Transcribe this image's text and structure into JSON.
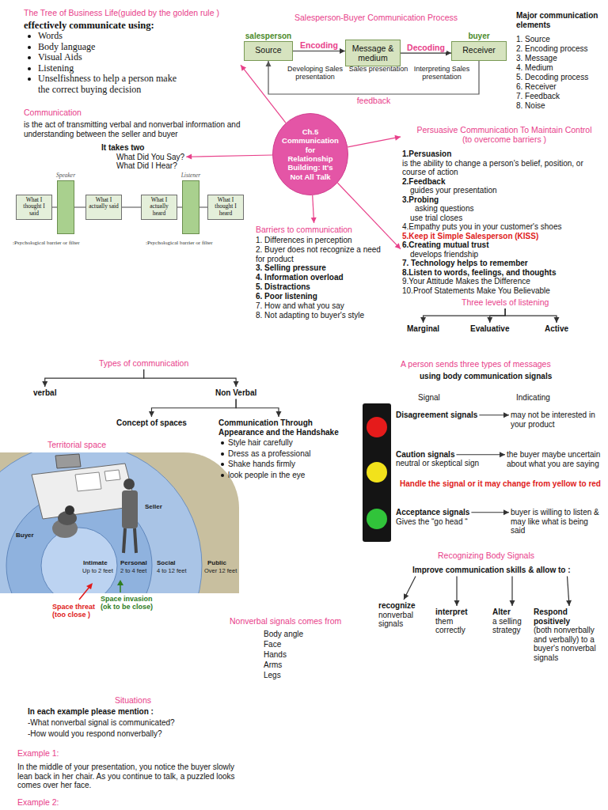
{
  "diagram": {
    "nodes": [
      {
        "text": [
          "Ch.5 Communication for Relationship Building: It's Not All Talk"
        ]
      },
      {
        "text": [
          "The Tree of Business Life(guided by the golden rule )",
          "effectively communicate using:",
          "Words",
          "Body language",
          "Visual Aids",
          "Listening",
          "Unselfishness to help a person make the correct buying decision"
        ]
      },
      {
        "text": [
          "salesperson",
          "Source"
        ]
      },
      {
        "text": [
          "Message & medium"
        ]
      },
      {
        "text": [
          "buyer",
          "Receiver"
        ]
      },
      {
        "text": [
          "It takes two",
          "What Did You Say?",
          "What Did I Hear?"
        ]
      },
      {
        "text": [
          "What I thought I said"
        ]
      },
      {
        "text": [
          "Speaker"
        ]
      },
      {
        "text": [
          "What I actually said"
        ]
      },
      {
        "text": [
          "What I actually heard"
        ]
      },
      {
        "text": [
          "Listener"
        ]
      },
      {
        "text": [
          "What I thought I heard"
        ]
      },
      {
        "text": [
          "Barriers to communication"
        ]
      },
      {
        "text": [
          "Persuasive Communication To Maintain Control",
          "(to overcome barriers )"
        ]
      },
      {
        "text": [
          "1.Persuasion",
          "is the ability to change a person's belief, position, or course of action",
          "2.Feedback",
          "guides your presentation",
          "3.Probing",
          "asking questions",
          "use trial closes",
          "4.Empathy puts you in your customer's shoes",
          "5.Keep it Simple Salesperson (KISS)",
          "6.Creating mutual trust",
          "develops friendship",
          "7. Technology helps to remember",
          "8.Listen to words, feelings, and thoughts",
          "9.Your Attitude Makes the Difference",
          "10.Proof Statements Make You Believable"
        ]
      },
      {
        "text": [
          "Three levels of listening"
        ]
      },
      {
        "text": [
          "Marginal"
        ]
      },
      {
        "text": [
          "Evaluative"
        ]
      },
      {
        "text": [
          "Active"
        ]
      },
      {
        "text": [
          "Types of communication"
        ]
      },
      {
        "text": [
          "verbal"
        ]
      },
      {
        "text": [
          "Non Verbal"
        ]
      },
      {
        "text": [
          "Concept of spaces"
        ]
      },
      {
        "text": [
          "Communication Through Appearance and the Handshake",
          "Style hair carefully",
          "Dress as a professional",
          "Shake hands firmly",
          "look people in the eye"
        ]
      },
      {
        "text": [
          "Disagreement signals"
        ]
      },
      {
        "text": [
          "may not be interested in your product"
        ]
      },
      {
        "text": [
          "Caution signals"
        ]
      },
      {
        "text": [
          "the buyer maybe uncertain about what you are saying"
        ]
      },
      {
        "text": [
          "Acceptance signals"
        ]
      },
      {
        "text": [
          "buyer is willing to listen & may like what is being said"
        ]
      },
      {
        "text": [
          "Improve communication skills & allow to :"
        ]
      },
      {
        "text": [
          "recognize",
          "nonverbal signals"
        ]
      },
      {
        "text": [
          "interpret",
          "them correctly"
        ]
      },
      {
        "text": [
          "Alter",
          "a selling strategy"
        ]
      },
      {
        "text": [
          "Respond positively",
          "(both nonverbally and verbally) to a buyer's nonverbal signals"
        ]
      }
    ],
    "edges": [
      {
        "from": 0,
        "to": 1,
        "arrow": "to"
      },
      {
        "from": 0,
        "to": 5,
        "arrow": "to"
      },
      {
        "from": 0,
        "to": 13,
        "arrow": "to"
      },
      {
        "from": 0,
        "to": 12,
        "arrow": "to"
      },
      {
        "from": 0,
        "to": 14,
        "arrow": "to"
      },
      {
        "from": 2,
        "to": 3,
        "label": "Encoding",
        "arrow": "to"
      },
      {
        "from": 3,
        "to": 4,
        "label": "Decoding",
        "arrow": "to"
      },
      {
        "from": 4,
        "to": 2,
        "label": "feedback",
        "arrow": "to"
      },
      {
        "from": 6,
        "to": 7,
        "arrow": "none"
      },
      {
        "from": 7,
        "to": 8,
        "arrow": "none"
      },
      {
        "from": 8,
        "to": 9,
        "arrow": "none"
      },
      {
        "from": 9,
        "to": 10,
        "arrow": "none"
      },
      {
        "from": 10,
        "to": 11,
        "arrow": "none"
      },
      {
        "from": 15,
        "to": 16,
        "arrow": "to"
      },
      {
        "from": 15,
        "to": 17,
        "arrow": "to"
      },
      {
        "from": 15,
        "to": 18,
        "arrow": "to"
      },
      {
        "from": 19,
        "to": 20,
        "arrow": "to"
      },
      {
        "from": 19,
        "to": 21,
        "arrow": "to"
      },
      {
        "from": 21,
        "to": 22,
        "arrow": "to"
      },
      {
        "from": 21,
        "to": 23,
        "arrow": "to"
      },
      {
        "from": 24,
        "to": 25,
        "arrow": "to"
      },
      {
        "from": 26,
        "to": 27,
        "arrow": "to"
      },
      {
        "from": 28,
        "to": 29,
        "arrow": "to"
      },
      {
        "from": 30,
        "to": 31,
        "arrow": "to"
      },
      {
        "from": 30,
        "to": 32,
        "arrow": "to"
      },
      {
        "from": 30,
        "to": 33,
        "arrow": "to"
      },
      {
        "from": 30,
        "to": 34,
        "arrow": "to"
      }
    ],
    "labels": [
      "Salesperson-Buyer Communication Process",
      "Developing Sales presentation",
      "Sales presentation",
      "Interpreting Sales presentation",
      "Major communication elements",
      "1. Source",
      "2. Encoding process",
      "3. Message",
      "4. Medium",
      "5. Decoding process",
      "6. Receiver",
      "7. Feedback",
      "8. Noise",
      "Communication",
      "is the act of transmitting verbal and nonverbal information and understanding between the seller and buyer",
      ":Psychological barrier or filter",
      ":Psychological barrier or filter",
      "1. Differences in perception",
      "2. Buyer does not recognize a need for product",
      "3. Selling pressure",
      "4. Information overload",
      "5. Distractions",
      "6. Poor listening",
      "7. How and what you say",
      "8. Not adapting to buyer's style",
      "Territorial space",
      "Seller",
      "Buyer",
      "Intimate",
      "Up to 2 feet",
      "Personal",
      "2 to 4 feet",
      "Social",
      "4 to 12 feet",
      "Public",
      "Over 12 feet",
      "Space threat (too close )",
      "Space invasion (ok to be close)",
      "Nonverbal signals comes from",
      "Body angle",
      "Face",
      "Hands",
      "Arms",
      "Legs",
      "A person sends three types of messages",
      "using body communication signals",
      "Signal",
      "Indicating",
      "neutral or skeptical sign",
      "Handle the signal  or it may change from yellow to red",
      "Gives the  “go head “",
      "Recognizing Body Signals",
      "Situations",
      "In each example please mention :",
      "-What nonverbal signal is communicated?",
      "-How would you respond nonverbally?",
      "Example 1:",
      "In the middle of your presentation, you notice the buyer slowly lean back in her chair. As you continue to talk, a puzzled looks comes over her face.",
      "Example 2:"
    ]
  }
}
